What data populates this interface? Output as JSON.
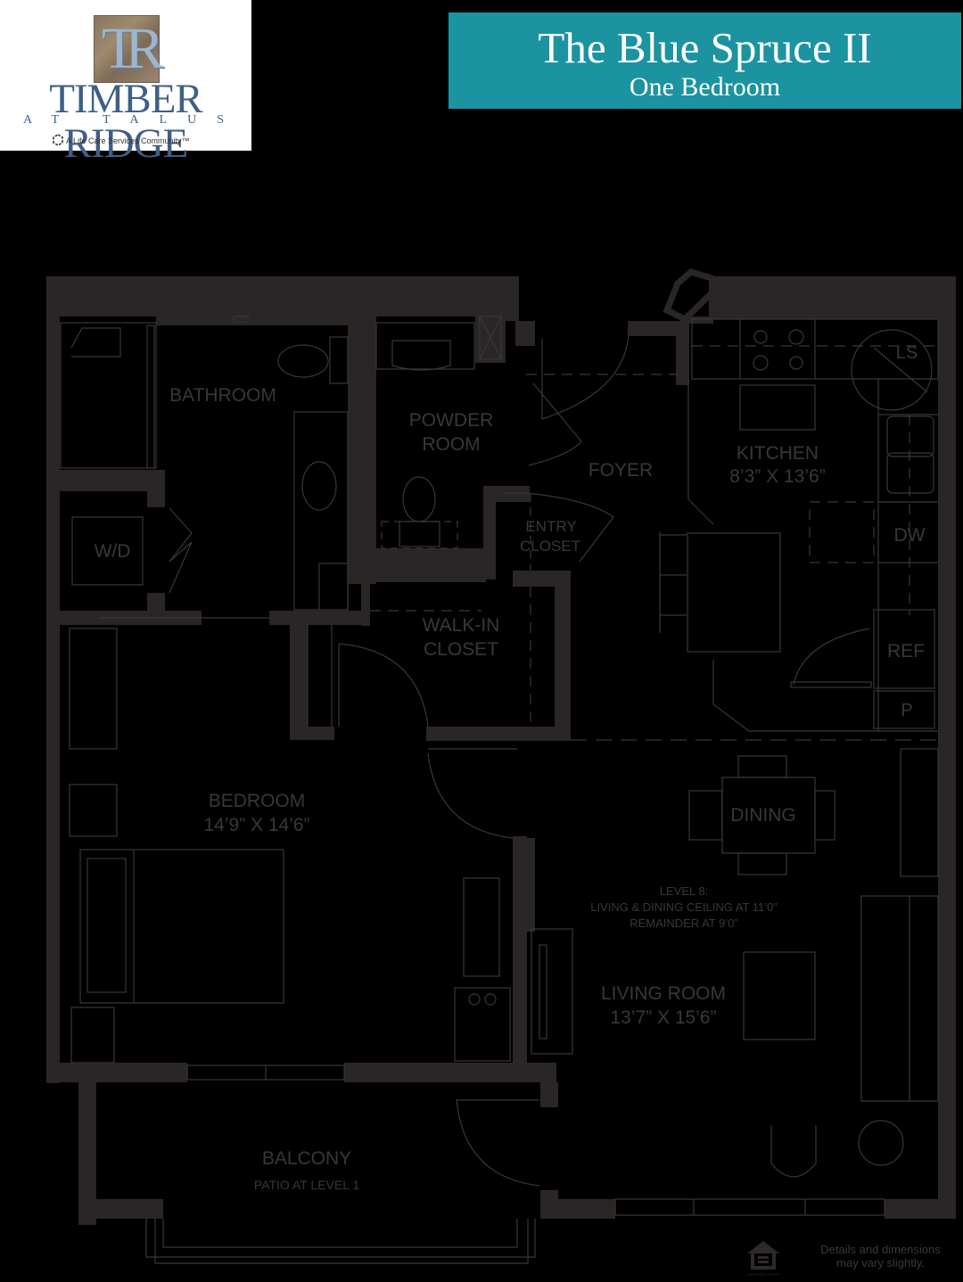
{
  "logo": {
    "monogram": "TR",
    "name": "TIMBER RIDGE",
    "subname": "AT TALUS",
    "tagline": "A Life Care Services Community™",
    "icon": "lcs-logo-icon"
  },
  "header": {
    "title": "The Blue Spruce II",
    "subtitle": "One Bedroom",
    "accent_color": "#1b93a0"
  },
  "plan": {
    "wall_color": "#2a2627",
    "line_color": "#3a3637",
    "rooms": {
      "bathroom": {
        "label": "BATHROOM"
      },
      "powder_room": {
        "line1": "POWDER",
        "line2": "ROOM"
      },
      "foyer": {
        "label": "FOYER"
      },
      "kitchen": {
        "label": "KITCHEN",
        "dims": "8’3” X 13’6”"
      },
      "wd": {
        "label": "W/D"
      },
      "entry_closet": {
        "line1": "ENTRY",
        "line2": "CLOSET"
      },
      "ls": {
        "label": "LS"
      },
      "dw": {
        "label": "DW"
      },
      "walkin_closet": {
        "line1": "WALK-IN",
        "line2": "CLOSET"
      },
      "ref": {
        "label": "REF"
      },
      "pantry": {
        "label": "P"
      },
      "bedroom": {
        "label": "BEDROOM",
        "dims": "14’9” X 14’6”"
      },
      "dining": {
        "label": "DINING"
      },
      "living_room": {
        "label": "LIVING ROOM",
        "dims": "13’7” X 15’6”"
      },
      "balcony": {
        "label": "BALCONY",
        "note": "PATIO AT LEVEL 1"
      }
    },
    "ceiling_note": {
      "line1": "LEVEL 8:",
      "line2": "LIVING & DINING CEILING AT 11’0”",
      "line3": "REMAINDER AT 9’0”"
    }
  },
  "footer": {
    "equal_housing_icon": "equal-housing-opportunity-icon",
    "equal_housing_text": "EQUAL HOUSING OPPORTUNITY",
    "note_line1": "Details and dimensions",
    "note_line2": "may vary slightly."
  }
}
